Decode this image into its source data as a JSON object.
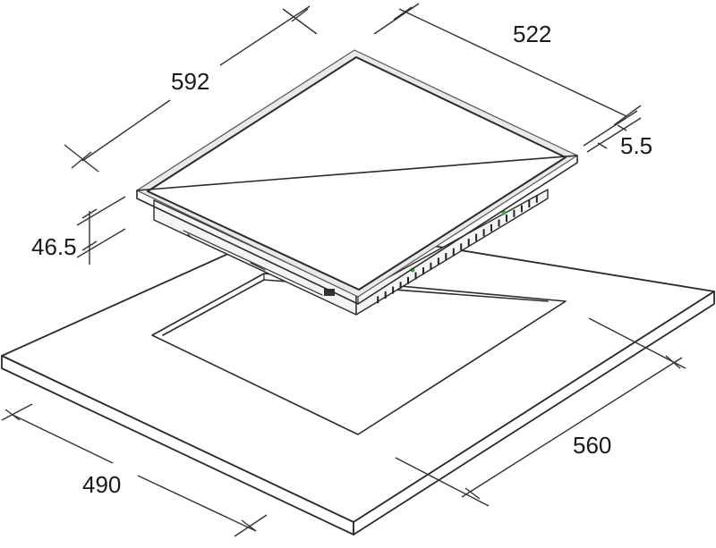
{
  "dimensions": {
    "hob_width": "592",
    "hob_depth": "522",
    "frame_thickness": "5.5",
    "hob_height": "46.5",
    "cutout_width": "560",
    "cutout_depth": "490"
  },
  "colors": {
    "line": "#2b2b2b",
    "frame": "#e9e9e9",
    "indicator": "#3aa84a",
    "background": "#ffffff"
  }
}
